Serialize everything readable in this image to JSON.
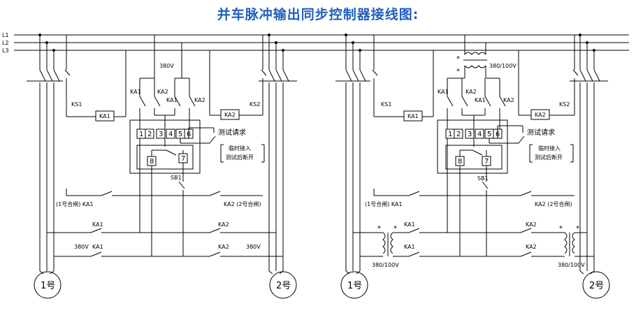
{
  "title": "并车脉冲输出同步控制器接线图:",
  "bus_labels": [
    "L1",
    "L2",
    "L3"
  ],
  "left": {
    "volt_top": "380V",
    "ka1_upper": "KA1",
    "ka2_upper": "KA2",
    "ka1_lower": "KA1",
    "ka2_lower": "KA2",
    "ks1": "KS1",
    "ks2": "KS2",
    "coil_ka1": "KA1",
    "coil_ka2": "KA2",
    "terminals": [
      "1",
      "2",
      "3",
      "4",
      "5",
      "6"
    ],
    "t8": "8",
    "t7": "7",
    "test_request": "测试请求",
    "temp_line1": "临时接入",
    "temp_line2": "测试后断开",
    "sb1": "SB1",
    "close1": "(1号合闸) KA1",
    "close2": "KA2 (2号合闸)",
    "ka1_a": "KA1",
    "ka2_a": "KA2",
    "ka1_b": "KA1",
    "ka2_b": "KA2",
    "volt_l": "380V",
    "volt_r": "380V",
    "motor1": "1号",
    "motor2": "2号"
  },
  "right": {
    "tx_top": "380/100V",
    "ka1_upper": "KA1",
    "ka2_upper": "KA2",
    "ka1_lower": "KA1",
    "ka2_lower": "KA2",
    "ks1": "KS1",
    "ks2": "KS2",
    "coil_ka1": "KA1",
    "coil_ka2": "KA2",
    "terminals": [
      "1",
      "2",
      "3",
      "4",
      "5",
      "6"
    ],
    "t8": "8",
    "t7": "7",
    "test_request": "测试请求",
    "temp_line1": "临时接入",
    "temp_line2": "测试后断开",
    "sb1": "SB1",
    "close1": "(1号合闸) KA1",
    "close2": "KA2 (2号合闸)",
    "ka1_a": "KA1",
    "ka2_a": "KA2",
    "ka1_b": "KA1",
    "ka2_b": "KA2",
    "tx_l": "380/100V",
    "tx_r": "380/100V",
    "motor1": "1号",
    "motor2": "2号"
  },
  "star": "*",
  "colors": {
    "title": "#1f5fbf",
    "line": "#000000"
  }
}
